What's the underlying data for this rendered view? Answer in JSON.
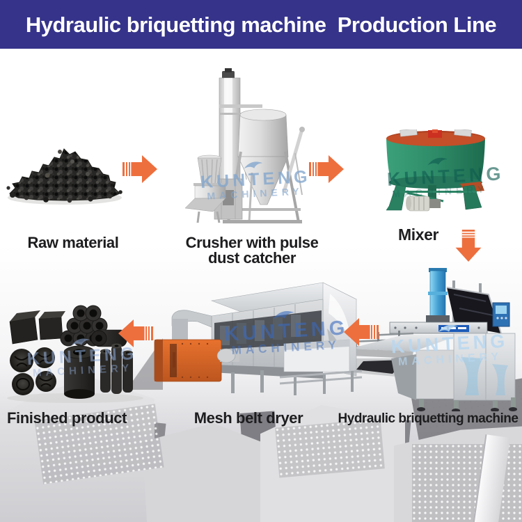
{
  "banner": {
    "title": "Hydraulic briquetting machine  Production Line"
  },
  "colors": {
    "banner_bg": "#35338a",
    "banner_text": "#ffffff",
    "arrow": "#ed6f3e",
    "label_text": "#1d1d1f"
  },
  "watermark": {
    "line1": "KUNTENG",
    "line2": "MACHINERY"
  },
  "steps": [
    {
      "name": "raw-material",
      "label": "Raw material"
    },
    {
      "name": "crusher",
      "label": "Crusher with pulse dust catcher",
      "lines": [
        "Crusher with pulse",
        "dust catcher"
      ]
    },
    {
      "name": "mixer",
      "label": "Mixer"
    },
    {
      "name": "hydraulic-briquetting-machine",
      "label": "Hydraulic briquetting machine"
    },
    {
      "name": "mesh-belt-dryer",
      "label": "Mesh belt dryer"
    },
    {
      "name": "finished-product",
      "label": "Finished product"
    }
  ]
}
